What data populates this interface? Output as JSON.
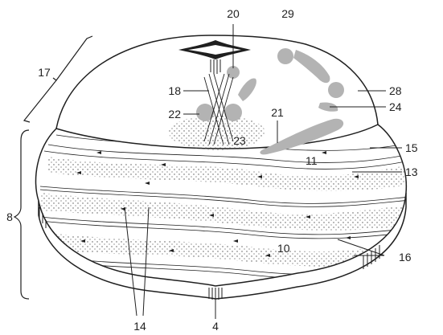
{
  "colors": {
    "ink": "#1f1f1f",
    "nuclei": "#b3b3b3",
    "stipple": "#555555",
    "background": "#ffffff"
  },
  "labels": {
    "l4": "4",
    "l8": "8",
    "l10": "10",
    "l11": "11",
    "l13": "13",
    "l14": "14",
    "l15": "15",
    "l16": "16",
    "l17": "17",
    "l18": "18",
    "l20": "20",
    "l21": "21",
    "l22": "22",
    "l23": "23",
    "l24": "24",
    "l28": "28",
    "l29": "29"
  }
}
